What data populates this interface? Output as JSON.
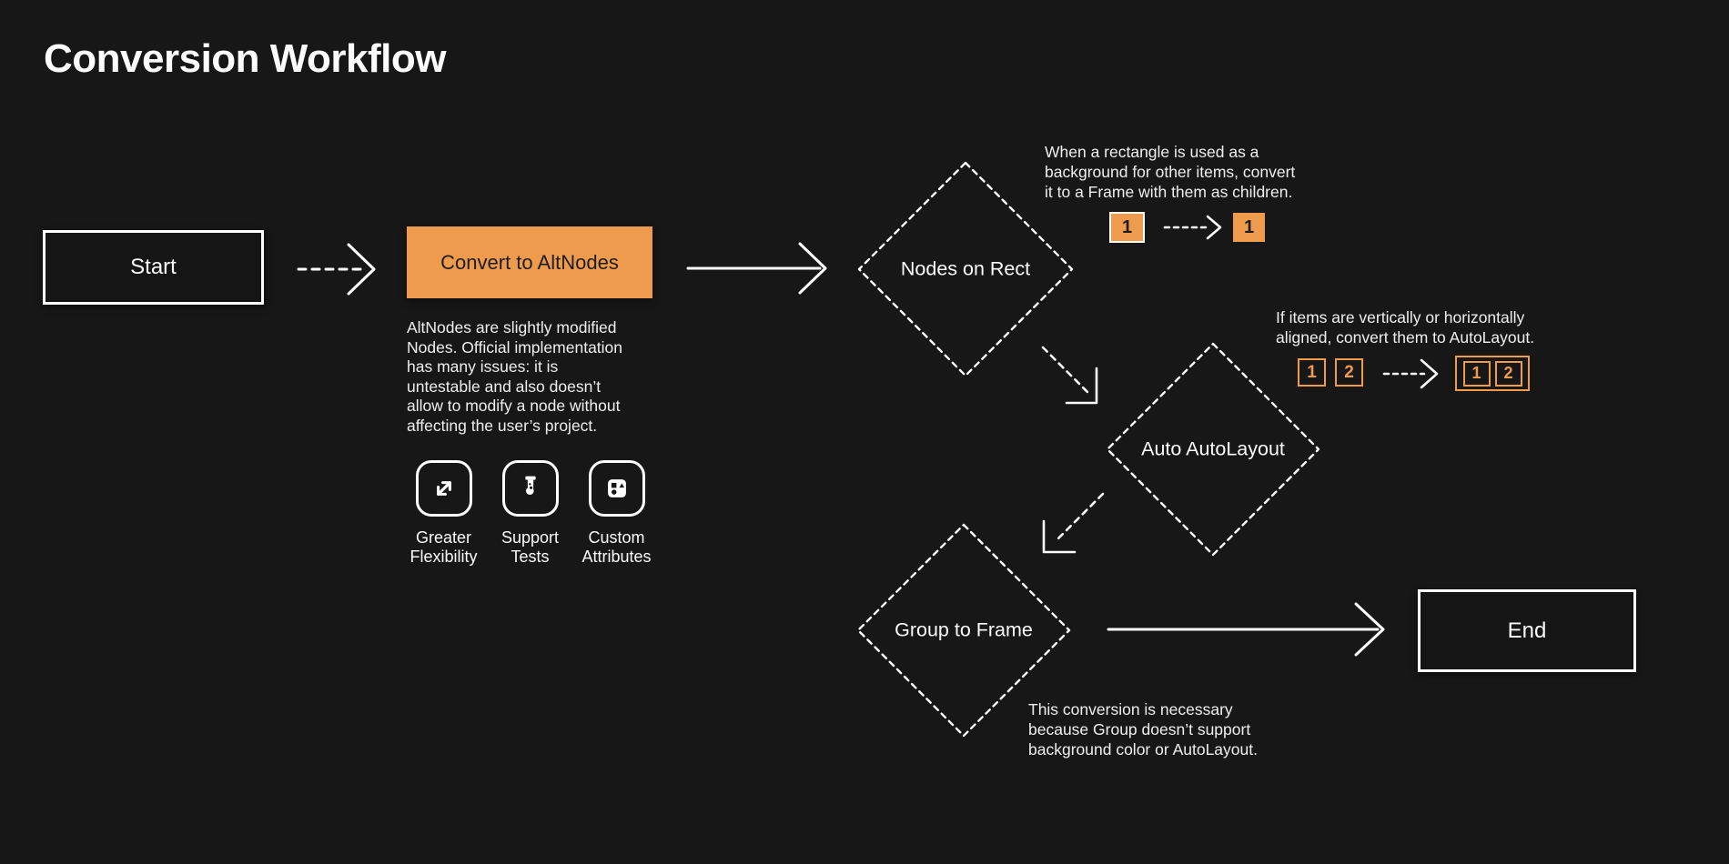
{
  "title": "Conversion Workflow",
  "colors": {
    "background": "#171717",
    "accent": "#EF9B4E",
    "stroke": "#FFFFFF"
  },
  "nodes": {
    "start": "Start",
    "convert": "Convert to AltNodes",
    "nodes_on_rect": "Nodes on Rect",
    "auto_autolayout": "Auto AutoLayout",
    "group_to_frame": "Group to Frame",
    "end": "End"
  },
  "convert_note": "AltNodes are slightly modified\nNodes. Official implementation\nhas many issues: it is\nuntestable and also doesn’t\nallow to modify a node without\naffecting the user’s project.",
  "features": [
    {
      "icon": "expand-arrows-icon",
      "label": "Greater Flexibility"
    },
    {
      "icon": "test-tube-icon",
      "label": "Support Tests"
    },
    {
      "icon": "shapes-icon",
      "label": "Custom Attributes"
    }
  ],
  "annotations": {
    "rect_to_frame": {
      "text": "When a rectangle is used as a\nbackground for other items, convert\nit to a Frame with them as children.",
      "before": "1",
      "after": "1"
    },
    "auto_layout": {
      "text": "If items are vertically or horizontally\naligned, convert them to AutoLayout.",
      "before": [
        "1",
        "2"
      ],
      "after": [
        "1",
        "2"
      ]
    },
    "group_to_frame": {
      "text": "This conversion is necessary\nbecause Group doesn’t support\nbackground color or AutoLayout."
    }
  }
}
